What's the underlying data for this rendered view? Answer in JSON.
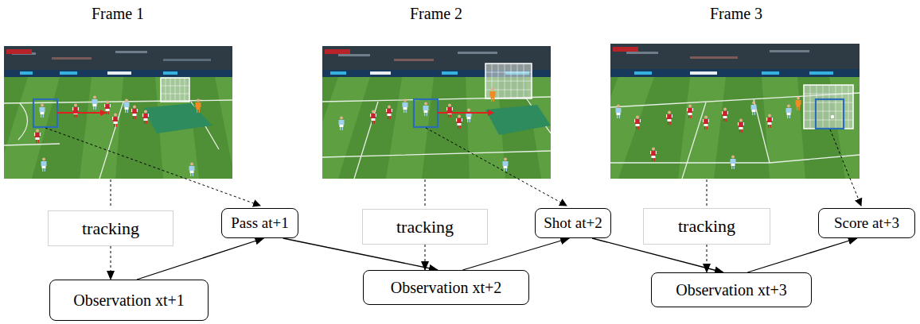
{
  "diagram": {
    "nodes": [
      {
        "text": [
          "tracking"
        ]
      },
      {
        "text": [
          "Pass at+1"
        ]
      },
      {
        "text": [
          "Observation xt+1"
        ]
      },
      {
        "text": [
          "tracking"
        ]
      },
      {
        "text": [
          "Shot at+2"
        ]
      },
      {
        "text": [
          "Observation xt+2"
        ]
      },
      {
        "text": [
          "tracking"
        ]
      },
      {
        "text": [
          "Score at+3"
        ]
      },
      {
        "text": [
          "Observation xt+3"
        ]
      }
    ],
    "edges": [
      {
        "from": 2,
        "to": 1,
        "arrow": "to"
      },
      {
        "from": 1,
        "to": 5,
        "arrow": "to"
      },
      {
        "from": 5,
        "to": 4,
        "arrow": "to"
      },
      {
        "from": 4,
        "to": 8,
        "arrow": "to"
      },
      {
        "from": 8,
        "to": 7,
        "arrow": "to"
      },
      {
        "from": 0,
        "to": 2,
        "arrow": "to"
      },
      {
        "from": 3,
        "to": 5,
        "arrow": "to"
      },
      {
        "from": 6,
        "to": 8,
        "arrow": "to"
      }
    ],
    "labels": [
      "Frame 1",
      "Frame 2",
      "Frame 3"
    ]
  }
}
